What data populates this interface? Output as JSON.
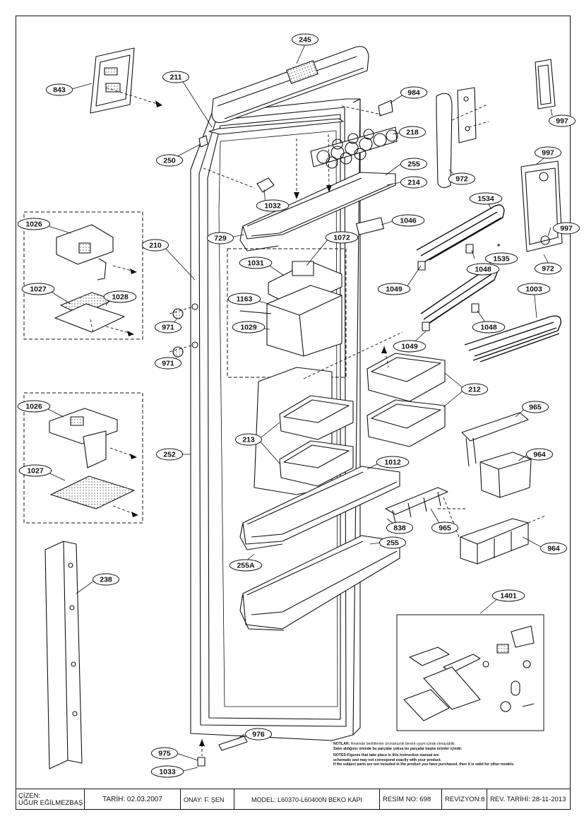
{
  "labels": {
    "l843": "843",
    "l245": "245",
    "l211": "211",
    "l984": "984",
    "l218": "218",
    "l997a": "997",
    "l997b": "997",
    "l997c": "997",
    "l250": "250",
    "l255a": "255",
    "l214": "214",
    "l972a": "972",
    "l972b": "972",
    "l1032": "1032",
    "l1534": "1534",
    "l1026a": "1026",
    "l210": "210",
    "l729": "729",
    "l1072": "1072",
    "l1046": "1046",
    "l1031": "1031",
    "l1048a": "1048",
    "l1535": "1535",
    "l1027a": "1027",
    "l1028": "1028",
    "l1163": "1163",
    "l1049a": "1049",
    "l1003": "1003",
    "l971a": "971",
    "l1029": "1029",
    "l1048b": "1048",
    "l971b": "971",
    "l1049b": "1049",
    "l212": "212",
    "l1026b": "1026",
    "l965a": "965",
    "l252": "252",
    "l213": "213",
    "l964a": "964",
    "l1012": "1012",
    "l1027b": "1027",
    "l838": "838",
    "l965b": "965",
    "l255b": "255",
    "l964b": "964",
    "l255A": "255A",
    "l238": "238",
    "l1401": "1401",
    "l976": "976",
    "l975": "975",
    "l1033": "1033"
  },
  "asterisk": "*",
  "notes": {
    "tr_label": "NOTLAR:",
    "tr_line1": "Resimde belirtilenler ürününüzde birebir uyum içinde olmayabilir.",
    "tr_line2": "Satın aldığınız üründe bu parçalar yoksa bu parçalar başka ürünler içindir.",
    "en_label": "NOTES:",
    "en_line1": "Figures that take place in this instruction manual are",
    "en_line2": "schematic and may not correspond exactly with your product.",
    "en_line3": "If the subject parts are not included in the product you have purchased, then it is valid for other models."
  },
  "title_block": {
    "cizen_label": "ÇİZEN:",
    "cizen_name": "UĞUR EĞİLMEZBAŞ",
    "tarih": "TARİH: 02.03.2007",
    "onay": "ONAY: F. ŞEN",
    "model": "MODEL: L60370-L60400N BEKO KAPI",
    "resim_no": "RESİM NO: 698",
    "revizyon": "REVİZYON:8",
    "rev_tarih": "REV. TARİHİ: 28-11-2013"
  }
}
